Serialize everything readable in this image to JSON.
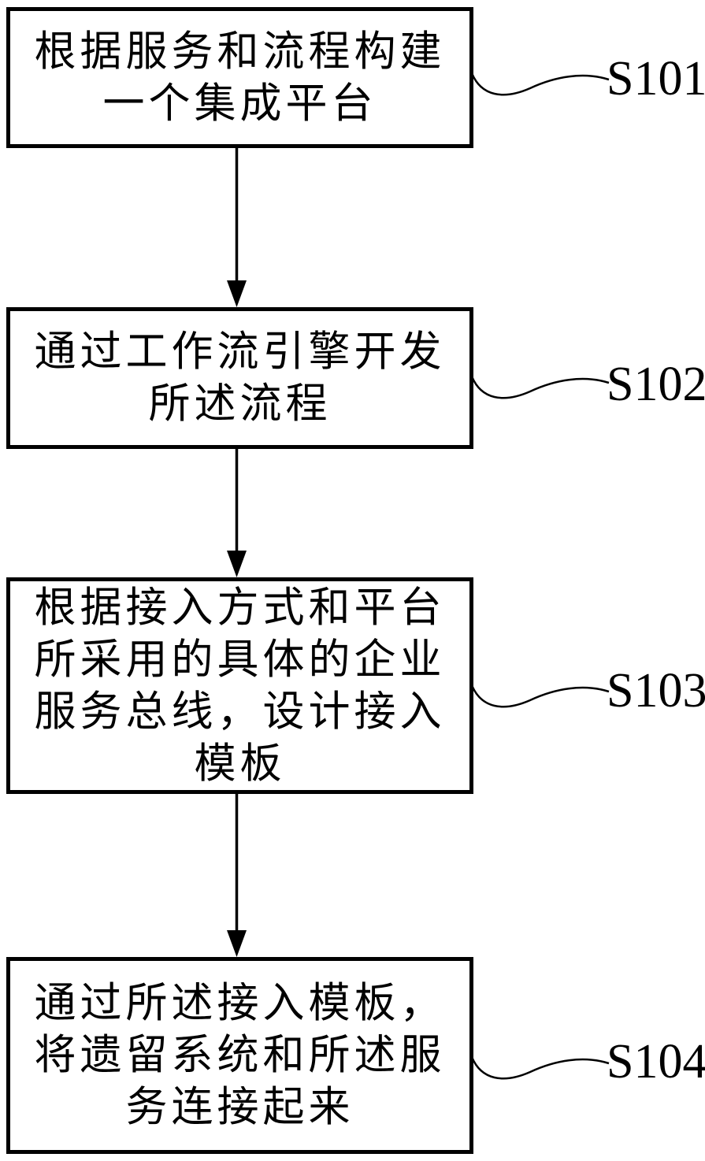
{
  "figure": {
    "type": "flowchart",
    "background_color": "#ffffff",
    "line_color": "#000000",
    "steps": [
      {
        "label": "S101",
        "text": "根据服务和流程构建\n一个集成平台"
      },
      {
        "label": "S102",
        "text": "通过工作流引擎开发\n所述流程"
      },
      {
        "label": "S103",
        "text": "根据接入方式和平台\n所采用的具体的企业\n服务总线，设计接入\n模板"
      },
      {
        "label": "S104",
        "text": "通过所述接入模板，\n将遗留系统和所述服\n务连接起来"
      }
    ]
  }
}
